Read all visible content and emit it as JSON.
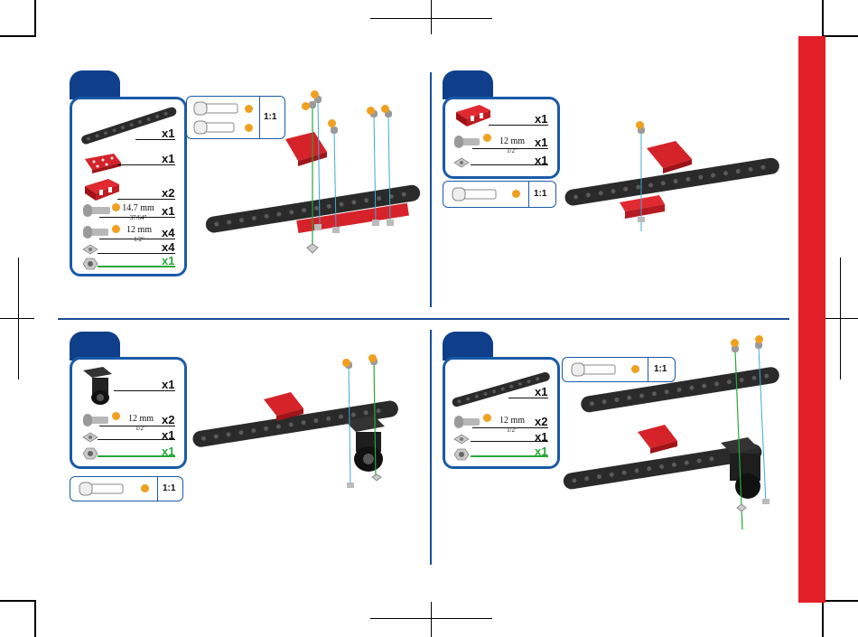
{
  "colors": {
    "accent_red": "#e21f26",
    "frame_blue": "#1a5aa8",
    "step_blue": "#0f3f8a",
    "green": "#27a83a",
    "part_dark": "#2a2a2a",
    "part_red": "#d62229"
  },
  "step1": {
    "parts": [
      {
        "qty": "x1",
        "icon": "long-beam-icon"
      },
      {
        "qty": "x1",
        "icon": "red-plate-icon"
      },
      {
        "qty": "x2",
        "icon": "red-bracket-icon"
      },
      {
        "qty": "x1",
        "icon": "screw-icon",
        "dim": "14.7 mm",
        "dim_sub": "37/64\""
      },
      {
        "qty": "x4",
        "icon": "screw-icon",
        "dim": "12 mm",
        "dim_sub": "1/2\""
      },
      {
        "qty": "x4",
        "icon": "square-nut-icon"
      },
      {
        "qty": "x1",
        "icon": "lock-nut-icon",
        "green": true
      }
    ],
    "scale_ratio": "1:1"
  },
  "step2": {
    "parts": [
      {
        "qty": "x1",
        "icon": "red-bracket-icon"
      },
      {
        "qty": "x1",
        "icon": "screw-icon",
        "dim": "12 mm",
        "dim_sub": "1/2\""
      },
      {
        "qty": "x1",
        "icon": "square-nut-icon"
      }
    ],
    "scale_ratio": "1:1"
  },
  "step3": {
    "parts": [
      {
        "qty": "x1",
        "icon": "servo-bracket-icon"
      },
      {
        "qty": "x2",
        "icon": "screw-icon",
        "dim": "12 mm",
        "dim_sub": "1/2\""
      },
      {
        "qty": "x1",
        "icon": "square-nut-icon"
      },
      {
        "qty": "x1",
        "icon": "lock-nut-icon",
        "green": true
      }
    ],
    "scale_ratio": "1:1"
  },
  "step4": {
    "parts": [
      {
        "qty": "x1",
        "icon": "long-beam-icon"
      },
      {
        "qty": "x2",
        "icon": "screw-icon",
        "dim": "12 mm",
        "dim_sub": "1/2\""
      },
      {
        "qty": "x1",
        "icon": "square-nut-icon"
      },
      {
        "qty": "x1",
        "icon": "lock-nut-icon",
        "green": true
      }
    ],
    "scale_ratio": "1:1"
  }
}
